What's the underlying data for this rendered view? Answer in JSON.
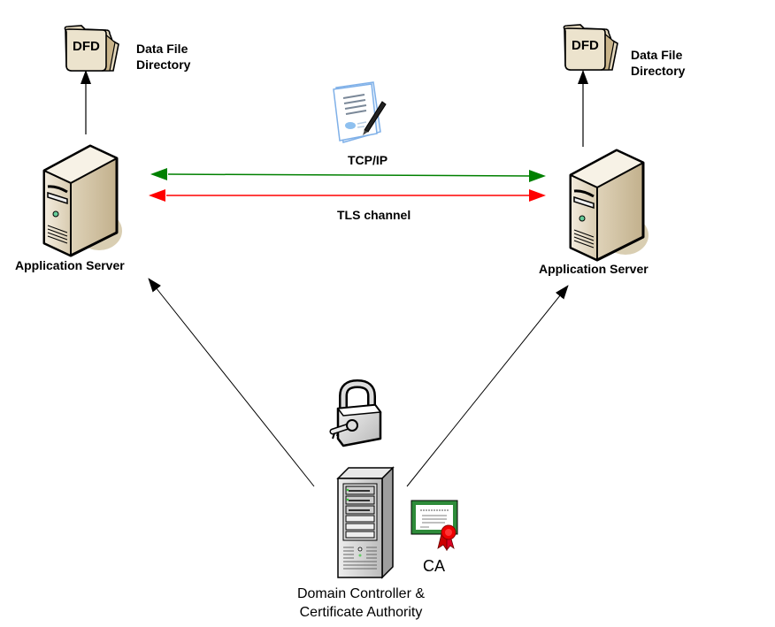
{
  "diagram": {
    "nodes": {
      "dfd_left": {
        "icon_text": "DFD",
        "label_line1": "Data File",
        "label_line2": "Directory"
      },
      "dfd_right": {
        "icon_text": "DFD",
        "label_line1": "Data File",
        "label_line2": "Directory"
      },
      "server_left": {
        "label": "Application Server"
      },
      "server_right": {
        "label": "Application Server"
      },
      "domain_controller": {
        "label_line1": "Domain Controller &",
        "label_line2": "Certificate Authority"
      },
      "certificate": {
        "label": "CA"
      }
    },
    "connections": {
      "tcpip": {
        "label": "TCP/IP",
        "color": "#008000"
      },
      "tls": {
        "label": "TLS channel",
        "color": "#ff0000"
      }
    },
    "icons": [
      "folder-icon",
      "server-tower-icon",
      "document-pen-icon",
      "padlock-key-icon",
      "rack-server-icon",
      "certificate-icon"
    ]
  }
}
